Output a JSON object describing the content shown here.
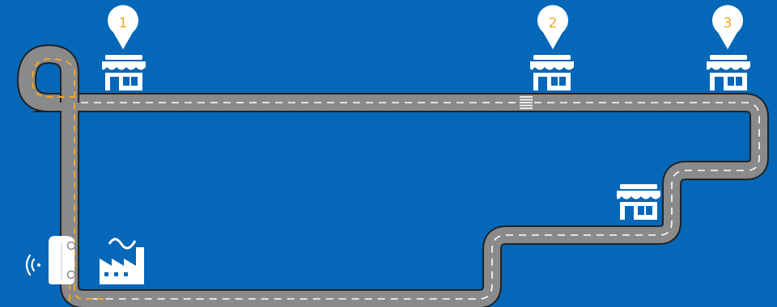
{
  "colors": {
    "background": "#0467b8",
    "road": "#8a8a8a",
    "road_edge": "#222222",
    "lane_dash": "#ffffff",
    "route": "#f5a623",
    "icon": "#ffffff",
    "marker_text": "#f5a623"
  },
  "markers": [
    {
      "id": "stop-1",
      "label": "1",
      "icon": "map-pin-icon"
    },
    {
      "id": "stop-2",
      "label": "2",
      "icon": "map-pin-icon"
    },
    {
      "id": "stop-3",
      "label": "3",
      "icon": "map-pin-icon"
    }
  ],
  "icons": {
    "store": "storefront-icon",
    "factory": "factory-icon",
    "truck": "delivery-truck-icon",
    "signal": "wireless-signal-icon",
    "crosswalk": "crosswalk-icon"
  }
}
